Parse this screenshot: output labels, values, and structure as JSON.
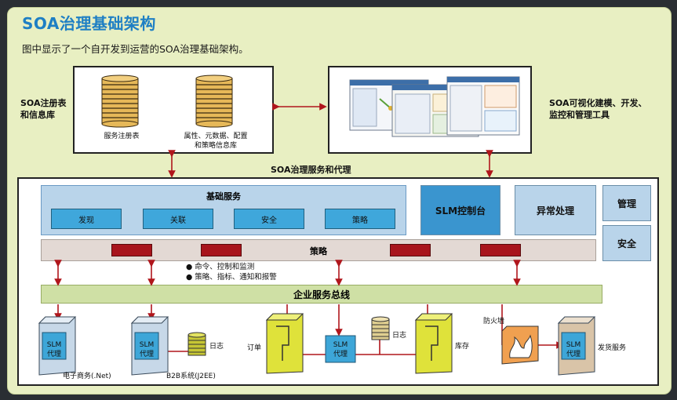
{
  "header": {
    "title": "SOA治理基础架构",
    "subtitle": "图中显示了一个自开发到运营的SOA治理基础架构。"
  },
  "registry": {
    "side_label_1": "SOA注册表",
    "side_label_2": "和信息库",
    "item1": "服务注册表",
    "item2_line1": "属性、元数据、配置",
    "item2_line2": "和策略信息库"
  },
  "tools": {
    "side_label_1": "SOA可视化建模、开发、",
    "side_label_2": "监控和管理工具"
  },
  "governance": {
    "label": "SOA治理服务和代理",
    "basic_services": "基础服务",
    "services": [
      "发现",
      "关联",
      "安全",
      "策略"
    ],
    "slm_console": "SLM控制台",
    "exception": "异常处理",
    "management": "管理",
    "security": "安全",
    "policy": "策略",
    "bullet1": "● 命令、控制和监测",
    "bullet2": "● 策略、指标、通知和报警",
    "esb": "企业服务总线"
  },
  "endpoints": {
    "slm_line1": "SLM",
    "slm_line2": "代理",
    "ecommerce": "电子商务(.Net)",
    "b2b": "B2B系统(J2EE)",
    "log": "日志",
    "order": "订单",
    "inventory": "库存",
    "firewall": "防火墙",
    "shipping": "发货服务"
  },
  "colors": {
    "title": "#1e7fc4",
    "arrow": "#b0161c",
    "panel": "#e8efc2"
  }
}
